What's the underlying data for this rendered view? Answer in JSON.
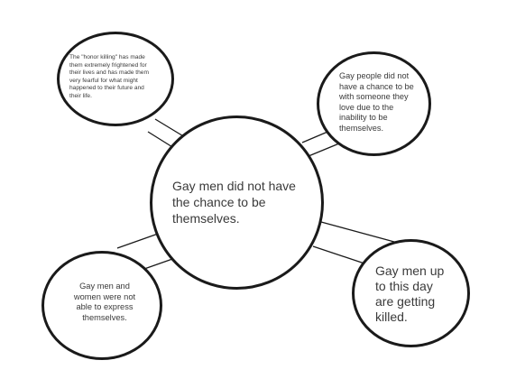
{
  "center": {
    "text": "Gay men did not have\nthe chance to be\nthemselves."
  },
  "top_left": {
    "text": "The \"honor killing\" has made\nthem extremely frightened for\ntheir lives and has made them\nvery fearful for what might\nhappened to their future and\ntheir life."
  },
  "top_right": {
    "text": "Gay people did not\nhave a chance to be\nwith someone they\nlove due to the\ninability to be\nthemselves."
  },
  "bottom_left": {
    "text": "Gay men and\nwomen were not\nable to express\nthemselves."
  },
  "bottom_right": {
    "text": "Gay men up\nto this day\nare getting\nkilled."
  },
  "colors": {
    "stroke": "#1a1a1a",
    "text": "#3a3a3a",
    "background": "#ffffff"
  }
}
